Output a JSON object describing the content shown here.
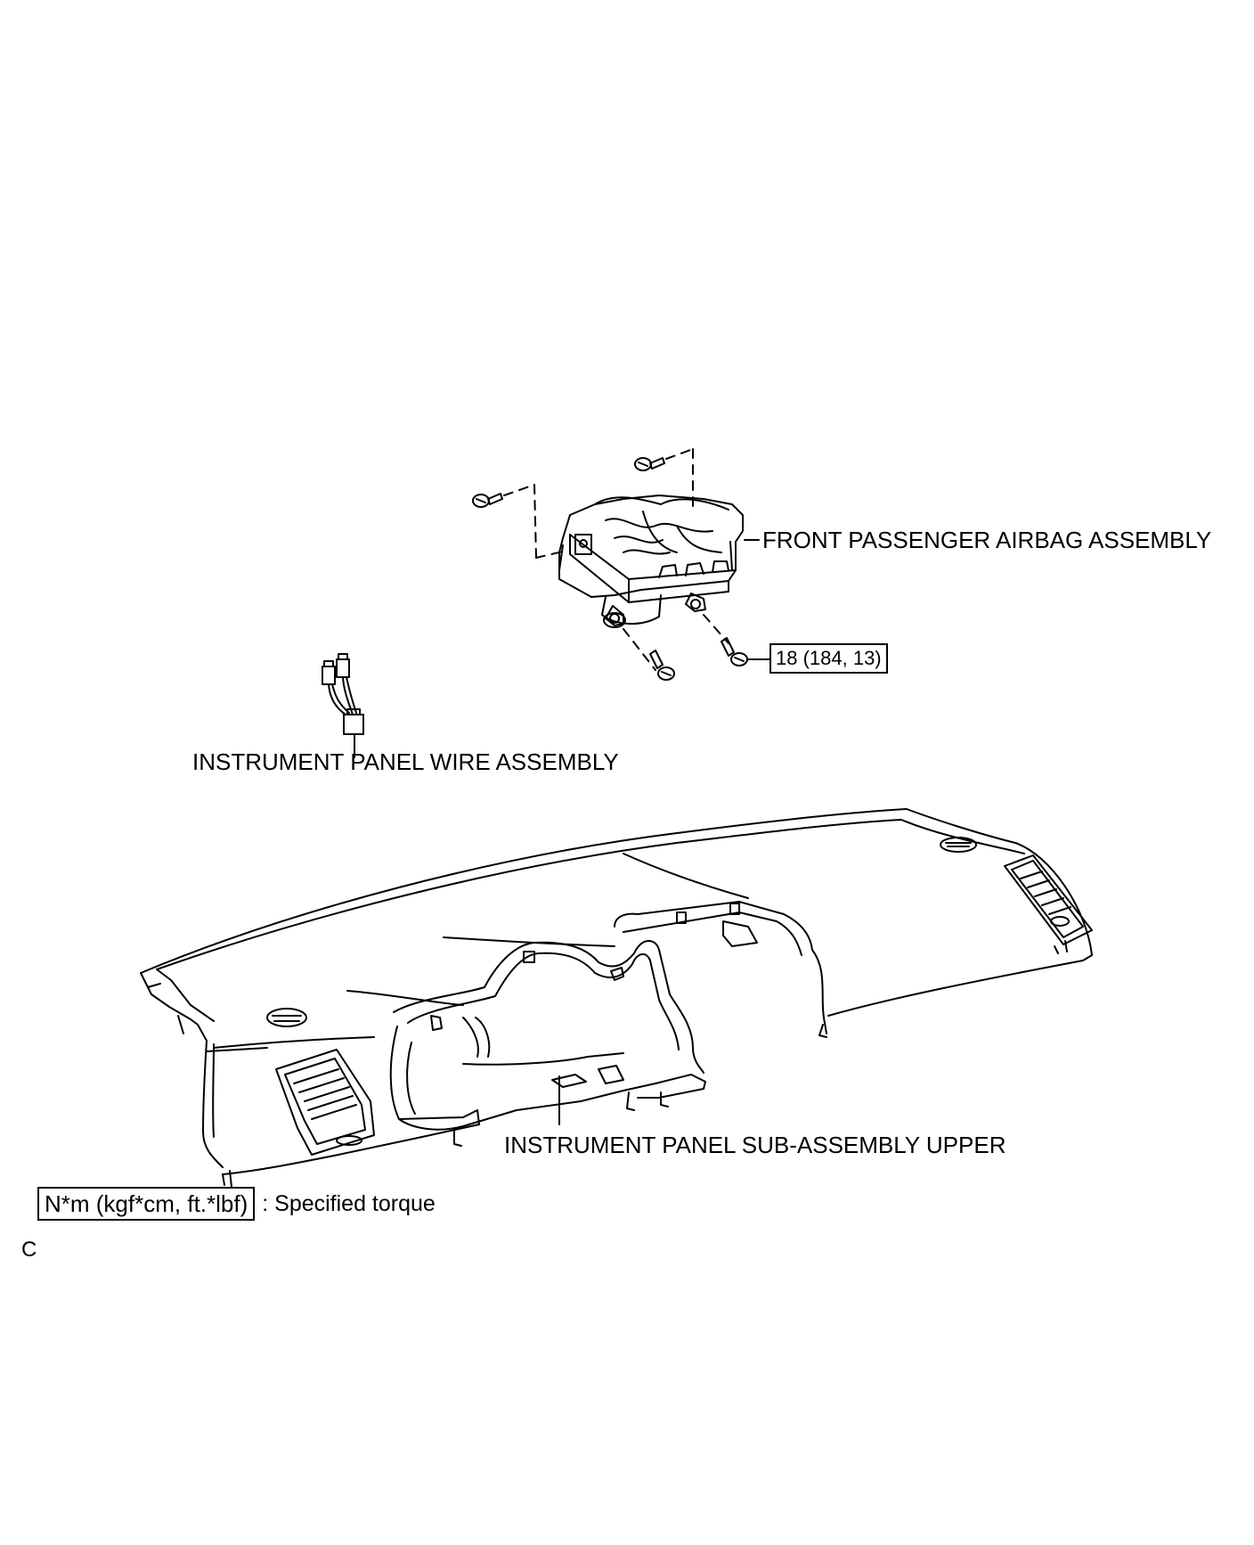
{
  "labels": {
    "airbag": "FRONT PASSENGER AIRBAG ASSEMBLY",
    "torque": "18 (184, 13)",
    "wire": "INSTRUMENT PANEL WIRE ASSEMBLY",
    "panel": "INSTRUMENT PANEL SUB-ASSEMBLY UPPER"
  },
  "legend": {
    "unit": "N*m (kgf*cm, ft.*lbf)",
    "description": ": Specified torque"
  },
  "corner_code": "C"
}
